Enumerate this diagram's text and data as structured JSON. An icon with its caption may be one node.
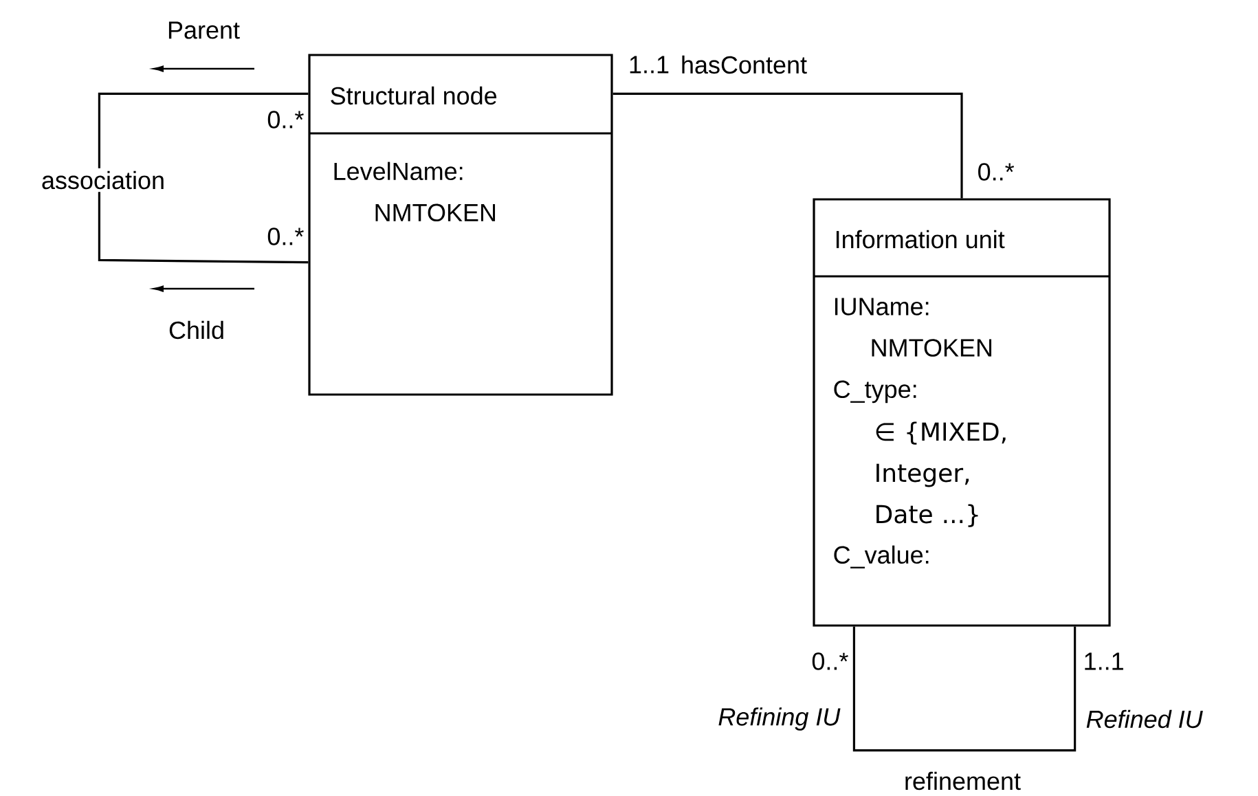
{
  "diagram": {
    "nodes": [
      {
        "text": [
          "Structural node",
          "LevelName: NMTOKEN"
        ]
      },
      {
        "text": [
          "Information unit",
          "IUName: NMTOKEN",
          "C_type:",
          "∈ {MIXED, Integer, Date ...}",
          "C_value:"
        ]
      }
    ],
    "edges": [
      {
        "from": 0,
        "to": 0,
        "arrow": "none",
        "label": "association"
      },
      {
        "from": 0,
        "to": 1,
        "arrow": "none",
        "label": "hasContent"
      },
      {
        "from": 1,
        "to": 1,
        "arrow": "none",
        "label": "refinement"
      }
    ],
    "labels": [
      "Parent",
      "1..1",
      "0..*",
      "0..*",
      "0..*",
      "Child",
      "0..*",
      "1..1",
      "Refining IU",
      "Refined IU"
    ]
  }
}
